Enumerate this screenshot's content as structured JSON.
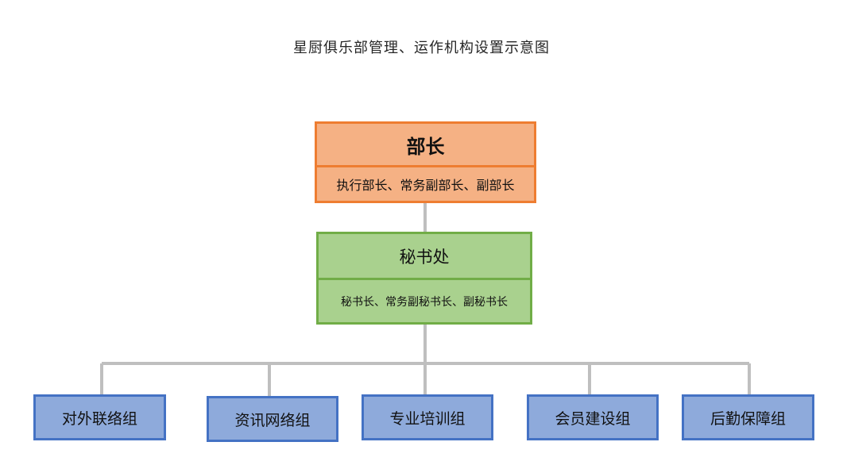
{
  "title": "星厨俱乐部管理、运作机构设置示意图",
  "colors": {
    "head_fill": "#f5b184",
    "head_border": "#ee7d31",
    "secretariat_fill": "#a9d18e",
    "secretariat_border": "#71ad47",
    "group_fill": "#8eaadb",
    "group_border": "#4472c4",
    "connector": "#bfbfbf"
  },
  "head": {
    "name": "部长",
    "members": "执行部长、常务副部长、副部长"
  },
  "secretariat": {
    "name": "秘书处",
    "members": "秘书长、常务副秘书长、副秘书长"
  },
  "groups": [
    {
      "label": "对外联络组"
    },
    {
      "label": "资讯网络组"
    },
    {
      "label": "专业培训组"
    },
    {
      "label": "会员建设组"
    },
    {
      "label": "后勤保障组"
    }
  ]
}
